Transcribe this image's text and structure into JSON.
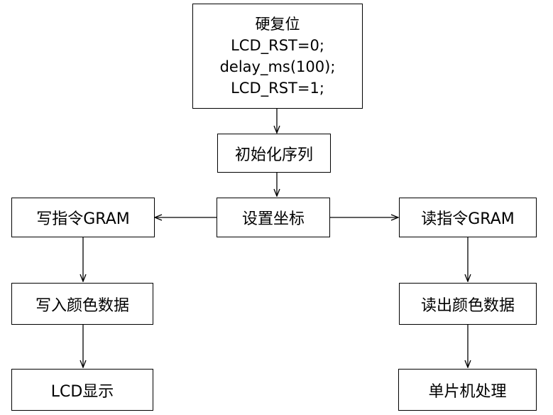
{
  "nodes": {
    "hard_reset": {
      "lines": [
        "硬复位",
        "LCD_RST=0;",
        "delay_ms(100);",
        "LCD_RST=1;"
      ]
    },
    "init_sequence": "初始化序列",
    "set_coordinates": "设置坐标",
    "write_gram_cmd": "写指令GRAM",
    "read_gram_cmd": "读指令GRAM",
    "write_color_data": "写入颜色数据",
    "read_color_data": "读出颜色数据",
    "lcd_display": "LCD显示",
    "mcu_process": "单片机处理"
  }
}
